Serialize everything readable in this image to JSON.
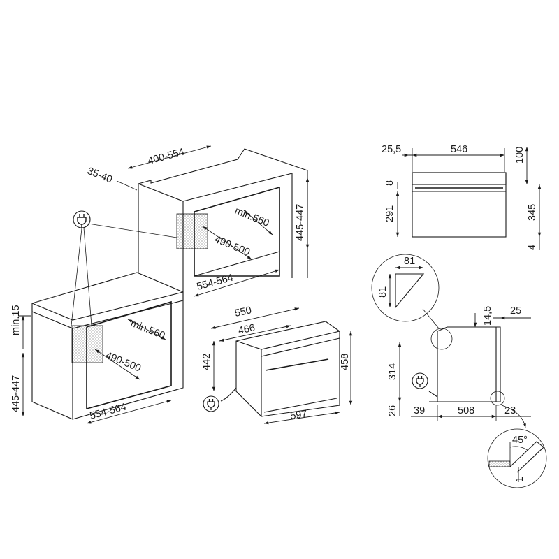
{
  "dimensions": {
    "built_in_top": {
      "depth_range": "400-554",
      "back_gap": "35-40",
      "height_range": "445-447",
      "inner_depth": "min.560",
      "inner_height": "490-500",
      "width_range": "554-564"
    },
    "built_in_under": {
      "top_gap": "min.15",
      "height_range": "445-447",
      "inner_depth": "min.560",
      "inner_height": "490-500",
      "width_range": "554-564"
    },
    "appliance": {
      "depth_total": "550",
      "depth_body": "466",
      "height_body": "442",
      "height_front": "458",
      "width_front": "597"
    },
    "top_view": {
      "front_thickness": "25,5",
      "body_width": "546",
      "rear_gap": "100",
      "panel_offset": "8",
      "body_height": "291",
      "front_height": "345",
      "bottom_gap": "4"
    },
    "side_view": {
      "corner_w": "81",
      "corner_h": "81",
      "top_offset": "14,5",
      "front_depth": "25",
      "body_height": "314",
      "foot_height": "26",
      "rear_gap": "39",
      "body_depth": "508",
      "front_gap": "23",
      "angle": "45°",
      "step": "1"
    }
  },
  "icons": [
    "plug-icon",
    "plug-icon",
    "plug-icon"
  ]
}
